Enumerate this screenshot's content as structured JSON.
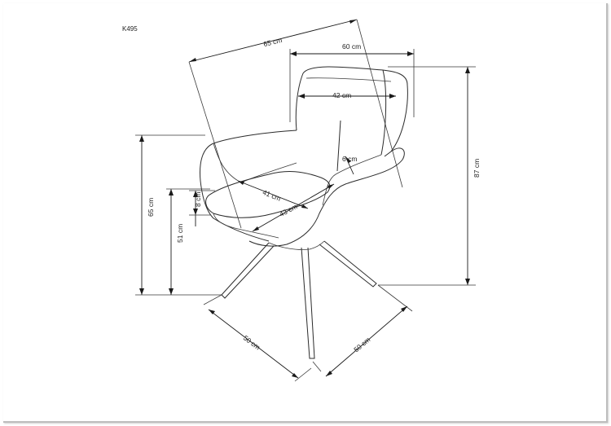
{
  "product_code": "K495",
  "dimensions": {
    "overall_width": "65 cm",
    "overall_depth_top": "60 cm",
    "backrest_width": "42 cm",
    "armrest_thickness": "6 cm",
    "seat_width": "41 cm",
    "seat_depth": "43 cm",
    "armrest_height_above_seat": "8 cm",
    "armrest_height": "65 cm",
    "seat_height": "51 cm",
    "total_height": "87 cm",
    "base_width": "50 cm",
    "base_depth": "50 cm"
  },
  "colors": {
    "line": "#2b2b2b",
    "background": "#ffffff"
  }
}
